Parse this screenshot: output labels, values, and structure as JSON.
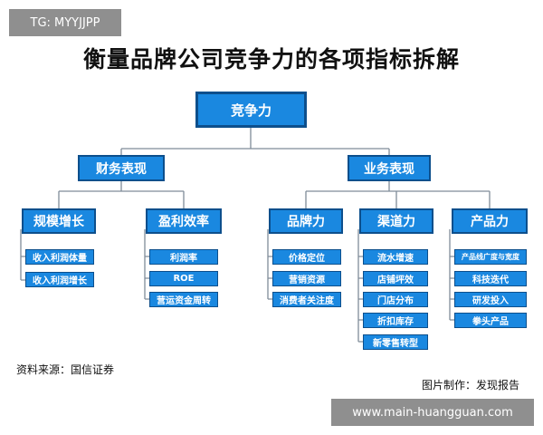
{
  "tag": "TG: MYYJJPP",
  "title": "衡量品牌公司竞争力的各项指标拆解",
  "root": "竞争力",
  "finance": {
    "label": "财务表现",
    "scale": {
      "label": "规模增长",
      "items": [
        "收入利润体量",
        "收入利润增长"
      ]
    },
    "profit": {
      "label": "盈利效率",
      "items": [
        "利润率",
        "ROE",
        "营运资金周转"
      ]
    }
  },
  "business": {
    "label": "业务表现",
    "brand": {
      "label": "品牌力",
      "items": [
        "价格定位",
        "营销资源",
        "消费者关注度"
      ]
    },
    "channel": {
      "label": "渠道力",
      "items": [
        "流水增速",
        "店铺坪效",
        "门店分布",
        "折扣库存",
        "新零售转型"
      ]
    },
    "product": {
      "label": "产品力",
      "items": [
        "产品线广度与宽度",
        "科技迭代",
        "研发投入",
        "拳头产品"
      ]
    }
  },
  "source": "资料来源：国信证券",
  "credit": "图片制作：发现报告",
  "watermark": "www.main-huangguan.com"
}
